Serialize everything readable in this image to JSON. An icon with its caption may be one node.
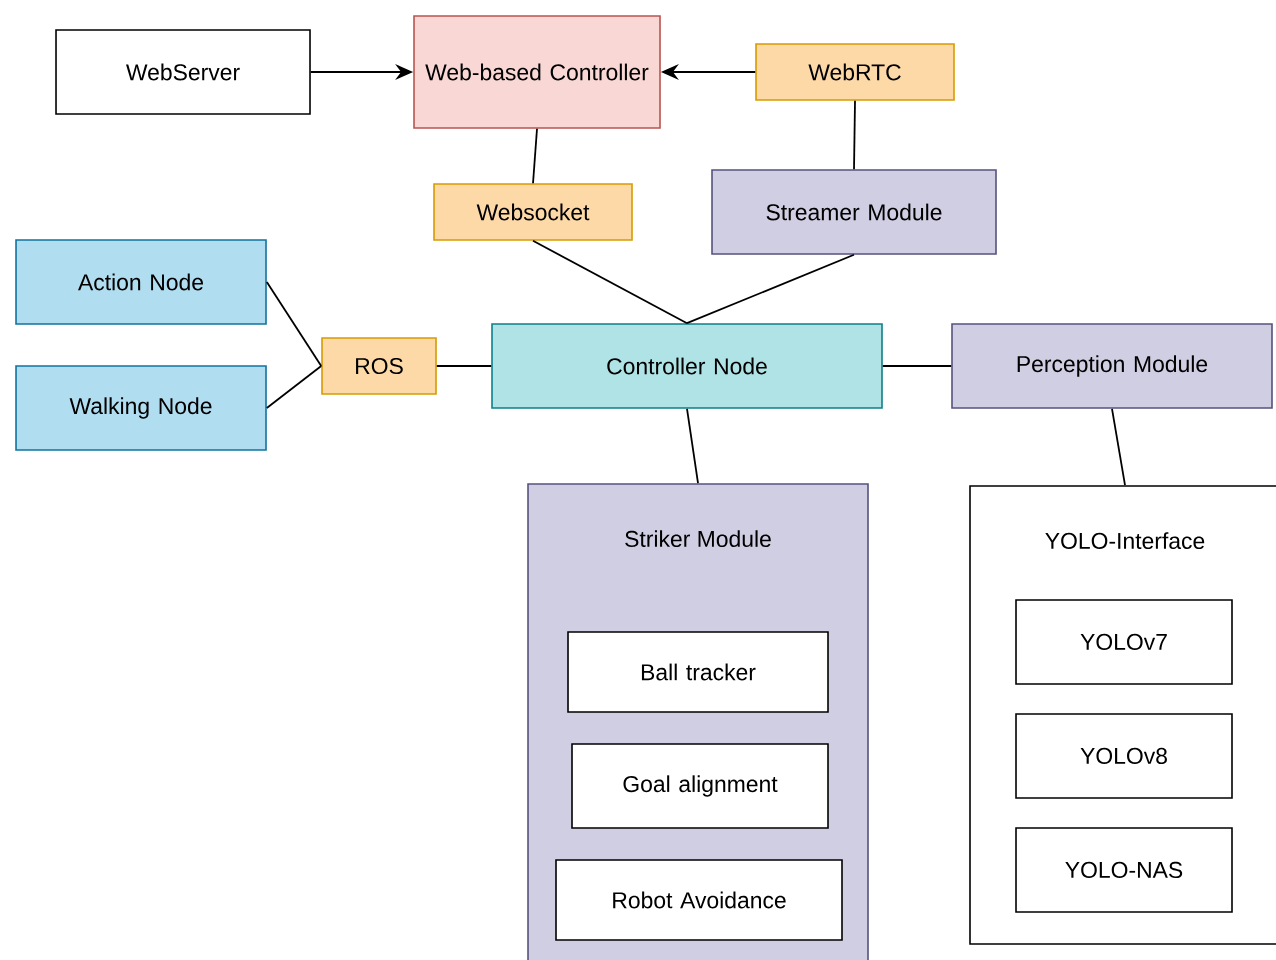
{
  "diagram": {
    "nodes": [
      {
        "text": [
          "WebServer"
        ]
      },
      {
        "text": [
          "Web-based Controller"
        ]
      },
      {
        "text": [
          "WebRTC"
        ]
      },
      {
        "text": [
          "Websocket"
        ]
      },
      {
        "text": [
          "Streamer Module"
        ]
      },
      {
        "text": [
          "Action Node"
        ]
      },
      {
        "text": [
          "Walking Node"
        ]
      },
      {
        "text": [
          "ROS"
        ]
      },
      {
        "text": [
          "Controller Node"
        ]
      },
      {
        "text": [
          "Perception Module"
        ]
      },
      {
        "text": [
          "Striker Module"
        ]
      },
      {
        "text": [
          "Ball tracker"
        ],
        "in": 10
      },
      {
        "text": [
          "Goal alignment"
        ],
        "in": 10
      },
      {
        "text": [
          "Robot Avoidance"
        ],
        "in": 10
      },
      {
        "text": [
          "YOLO-Interface"
        ]
      },
      {
        "text": [
          "YOLOv7"
        ],
        "in": 14
      },
      {
        "text": [
          "YOLOv8"
        ],
        "in": 14
      },
      {
        "text": [
          "YOLO-NAS"
        ],
        "in": 14
      }
    ],
    "edges": [
      {
        "from": 0,
        "to": 1,
        "arrow": "to"
      },
      {
        "from": 2,
        "to": 1,
        "arrow": "to"
      },
      {
        "from": 1,
        "to": 3,
        "arrow": "none"
      },
      {
        "from": 2,
        "to": 4,
        "arrow": "none"
      },
      {
        "from": 3,
        "to": 8,
        "arrow": "none"
      },
      {
        "from": 4,
        "to": 8,
        "arrow": "none"
      },
      {
        "from": 5,
        "to": 7,
        "arrow": "none"
      },
      {
        "from": 6,
        "to": 7,
        "arrow": "none"
      },
      {
        "from": 7,
        "to": 8,
        "arrow": "none"
      },
      {
        "from": 8,
        "to": 9,
        "arrow": "none"
      },
      {
        "from": 8,
        "to": 10,
        "arrow": "none"
      },
      {
        "from": 9,
        "to": 14,
        "arrow": "none"
      }
    ]
  }
}
